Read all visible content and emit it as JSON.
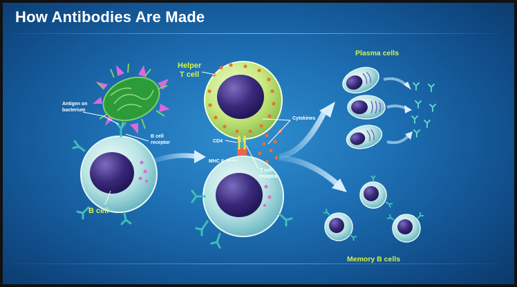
{
  "slide": {
    "title": "How Antibodies Are Made"
  },
  "labels": {
    "plasma_cells": "Plasma cells",
    "helper_t_cell_line1": "Helper",
    "helper_t_cell_line2": "T cell",
    "antigen_line1": "Antigen on",
    "antigen_line2": "bacterium",
    "b_cell_receptor_line1": "B cell",
    "b_cell_receptor_line2": "receptor",
    "cytokines": "Cytokines",
    "cd4": "CD4",
    "mhc_ii": "MHC II",
    "t_cell_receptor_line1": "T cell",
    "t_cell_receptor_line2": "receptor",
    "b_cell": "B cell",
    "memory_b_cells": "Memory B cells"
  },
  "colors": {
    "label_green": "#d8f24a",
    "label_white": "#ffffff",
    "cell_teal": "#a8dede",
    "nucleus_purple": "#3a2a7a",
    "helper_green": "#c6e87a",
    "bacterium_green": "#2e9b3a",
    "antigen_pink": "#d96ad8",
    "cd4_yellow": "#f2e14a",
    "mhc_red": "#e8664e",
    "cytokine_orange": "#e8703a"
  }
}
